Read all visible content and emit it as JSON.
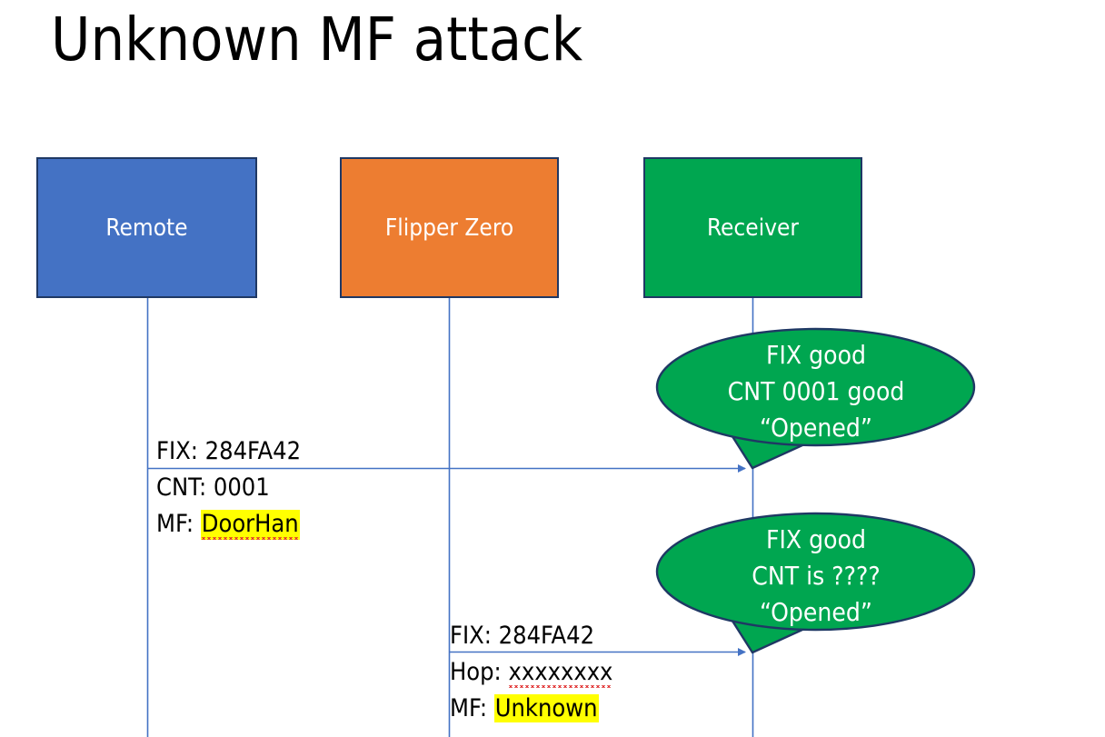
{
  "slide": {
    "title": "Unknown MF attack",
    "background": "#FFFFFF"
  },
  "colors": {
    "remote_box": "#4472C4",
    "flipper_box": "#ED7D31",
    "receiver_box": "#00A650",
    "box_border": "#1F3864",
    "lifeline": "#4472C4",
    "arrow": "#4472C4",
    "callout_fill": "#00A650",
    "callout_border": "#1F3864",
    "highlight": "#FFFF00",
    "spellcheck_underline": "#E03030",
    "text_dark": "#000000",
    "text_light": "#FFFFFF"
  },
  "actors": [
    {
      "id": "remote",
      "label": "Remote"
    },
    {
      "id": "flipper",
      "label": "Flipper Zero"
    },
    {
      "id": "receiver",
      "label": "Receiver"
    }
  ],
  "messages": [
    {
      "id": "remote-to-receiver",
      "from": "remote",
      "to": "receiver",
      "lines": [
        {
          "prefix": "FIX: ",
          "value": "284FA42",
          "highlight": false,
          "squiggle": false
        },
        {
          "prefix": "CNT: ",
          "value": "0001",
          "highlight": false,
          "squiggle": false
        },
        {
          "prefix": "MF: ",
          "value": "DoorHan",
          "highlight": true,
          "squiggle": true
        }
      ]
    },
    {
      "id": "flipper-to-receiver",
      "from": "flipper",
      "to": "receiver",
      "lines": [
        {
          "prefix": "FIX: ",
          "value": "284FA42",
          "highlight": false,
          "squiggle": false
        },
        {
          "prefix": "Hop: ",
          "value": "xxxxxxxx",
          "highlight": false,
          "squiggle": true
        },
        {
          "prefix": "MF: ",
          "value": "Unknown",
          "highlight": true,
          "squiggle": false
        }
      ]
    }
  ],
  "callouts": [
    {
      "id": "callout-1",
      "owner": "receiver",
      "lines": [
        "FIX good",
        "CNT 0001 good",
        "“Opened”"
      ]
    },
    {
      "id": "callout-2",
      "owner": "receiver",
      "lines": [
        "FIX good",
        "CNT is ????",
        "“Opened”"
      ]
    }
  ]
}
